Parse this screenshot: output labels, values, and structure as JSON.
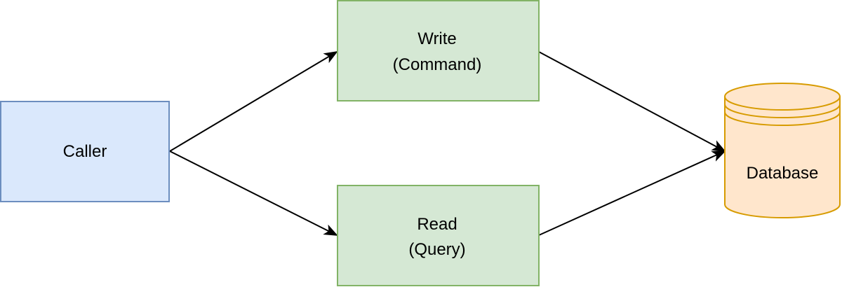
{
  "nodes": {
    "caller": {
      "label": "Caller",
      "fill": "#dae8fc",
      "stroke": "#6c8ebf"
    },
    "write": {
      "line1": "Write",
      "line2": "(Command)",
      "fill": "#d5e8d4",
      "stroke": "#82b366"
    },
    "read": {
      "line1": "Read",
      "line2": "(Query)",
      "fill": "#d5e8d4",
      "stroke": "#82b366"
    },
    "database": {
      "label": "Database",
      "fill": "#ffe6cc",
      "stroke": "#d79b00"
    }
  },
  "edges": [
    {
      "from": "Caller",
      "to": "Write (Command)"
    },
    {
      "from": "Caller",
      "to": "Read (Query)"
    },
    {
      "from": "Write (Command)",
      "to": "Database"
    },
    {
      "from": "Read (Query)",
      "to": "Database"
    }
  ],
  "colors": {
    "edge": "#000000",
    "background": "#ffffff"
  }
}
